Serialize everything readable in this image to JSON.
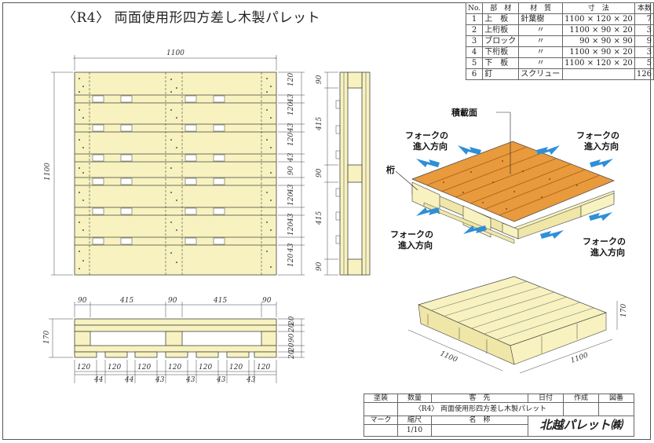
{
  "title": "〈R4〉 両面使用形四方差し木製パレット",
  "colors": {
    "wood": "#f7f2bf",
    "top_board": "#e89a3c",
    "arrow": "#2f8fd8",
    "line": "#444444"
  },
  "dims": {
    "top_width": "1100",
    "left_height": "1100",
    "right_stack": [
      "120",
      "43",
      "120",
      "43",
      "120",
      "43",
      "90",
      "43",
      "120",
      "43",
      "120",
      "43",
      "120"
    ],
    "side_stack": [
      "90",
      "415",
      "90",
      "415",
      "90"
    ],
    "front_top": [
      "90",
      "415",
      "90",
      "415",
      "90"
    ],
    "front_height": "170",
    "front_right": [
      "20",
      "20",
      "90",
      "20",
      "20"
    ],
    "front_bottom_1": [
      "120",
      "120",
      "120",
      "120",
      "120",
      "120",
      "120"
    ],
    "front_bottom_2": [
      "44",
      "44",
      "43",
      "43",
      "43",
      "43"
    ],
    "iso_left": "1100",
    "iso_right": "1100",
    "iso_height": "170"
  },
  "labels": {
    "top_face": "積載面",
    "stringer": "桁",
    "fork_entry": "フォークの\n進入方向"
  },
  "parts": {
    "headers": [
      "No.",
      "部　材",
      "材　質",
      "寸　法",
      "本数"
    ],
    "rows": [
      [
        "1",
        "上　板",
        "針葉樹",
        "1100 × 120 ×  20",
        "7"
      ],
      [
        "2",
        "上桁板",
        "〃",
        "1100 ×  90 ×  20",
        "3"
      ],
      [
        "3",
        "ブロック",
        "〃",
        "90 ×  90 ×  90",
        "9"
      ],
      [
        "4",
        "下桁板",
        "〃",
        "1100 ×  90 ×  20",
        "3"
      ],
      [
        "5",
        "下　板",
        "〃",
        "1100 × 120 ×  20",
        "5"
      ],
      [
        "6",
        "釘",
        "スクリュー",
        "",
        "126"
      ]
    ]
  },
  "title_block": {
    "approval": "塗装",
    "quantity": "数量",
    "customer": "客　先",
    "date": "日付",
    "drawn": "作成",
    "drawing": "図番",
    "customer_value": "〈R4〉 両面使用形四方差し木製パレット",
    "mark": "マーク",
    "scale": "縮尺",
    "name": "名　称",
    "scale_value": "1/10",
    "company": "北越パレット㈱"
  }
}
